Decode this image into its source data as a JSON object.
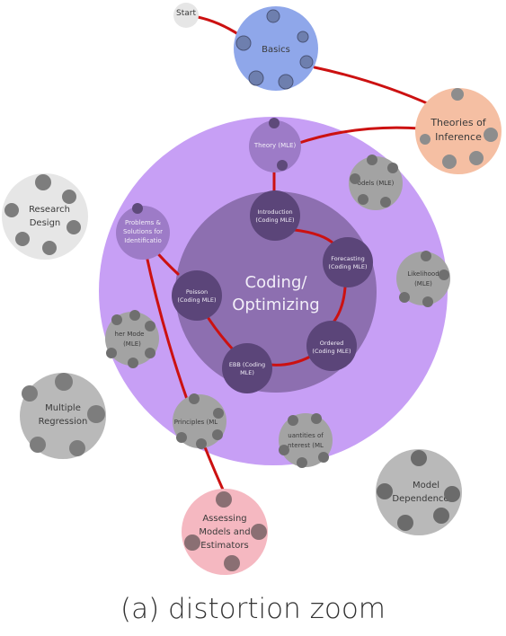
{
  "caption": "(a) distortion zoom",
  "colors": {
    "path_red": "#cc1111",
    "big_purple": "#c79ff5",
    "inner_purple": "#8d6fb0",
    "dark_purple": "#5b4579",
    "mid_purple": "#7e62a3",
    "basics_blue": "#8fa7ea",
    "theories_orange": "#f5bfa3",
    "assessing_pink": "#f5b8c1",
    "grey_node": "#b9b9b9",
    "light_grey_node": "#e6e6e6",
    "dot_grey": "#7d7d7d"
  },
  "nodes": {
    "start": "Start",
    "basics": "Basics",
    "theories_1": "Theories of",
    "theories_2": "Inference",
    "research_1": "Research",
    "research_2": "Design",
    "multiple_1": "Multiple",
    "multiple_2": "Regression",
    "dependence_1": "Model",
    "dependence_2": "Dependence",
    "assessing_1": "Assessing",
    "assessing_2": "Models and",
    "assessing_3": "Estimators",
    "center_1": "Coding/",
    "center_2": "Optimizing",
    "theory_mle": "Theory (MLE)",
    "models_mle": "odels (MLE)",
    "likelihood_1": "Likelihood",
    "likelihood_2": "(MLE)",
    "quantities_1": "uantities of",
    "quantities_2": "nterest (ML",
    "principles": "Principles (ML",
    "other_1": "her Mode",
    "other_2": "(MLE)",
    "problems_1": "Problems &",
    "problems_2": "Solutions for",
    "problems_3": "Identificatio",
    "intro_1": "Introduction",
    "intro_2": "(Coding MLE)",
    "forecasting_1": "Forecasting",
    "forecasting_2": "(Coding MLE)",
    "ordered_1": "Ordered",
    "ordered_2": "(Coding MLE)",
    "ebb_1": "EBB (Coding",
    "ebb_2": "MLE)",
    "poisson_1": "Poisson",
    "poisson_2": "(Coding MLE)"
  }
}
